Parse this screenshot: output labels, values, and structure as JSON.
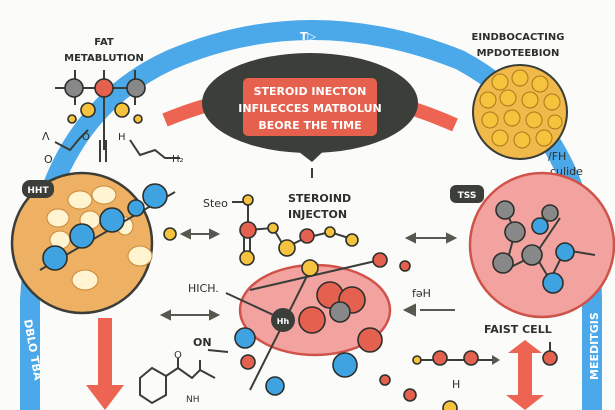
{
  "title_bubble": {
    "line1": "STEROID INECTON",
    "line2": "INFILECCES MATBOLUN",
    "line3": "BEORE THE TIME"
  },
  "top_left_label": {
    "line1": "FAT",
    "line2": "METABLUTION"
  },
  "top_right_label": {
    "line1": "EINDBOCACTING",
    "line2": "MPDOTEEBION"
  },
  "arc_top_label": "T▷",
  "left_arc_label": "DBLO TBA",
  "right_arc_label": "MEEDITGIS",
  "left_cell_badge": "HHT",
  "right_cell_badge": "TSS",
  "right_note": {
    "line1": "/FH",
    "line2": "culide"
  },
  "steo_label": "Steo",
  "center_label": {
    "line1": "STEROIND",
    "line2": "INJECTON"
  },
  "hich_label": "HICH.",
  "center_badge": "Hh",
  "f6h_label": "fəH",
  "on_label": "ON",
  "fast_cell_label": "FAIST CELL",
  "h_label": "H",
  "nh_label": "NH",
  "chem_labels": {
    "lambda": "Λ",
    "o_left": "O",
    "o_mid": "O",
    "h_mid": "H",
    "h2": "H₂",
    "o_bottom": "O"
  },
  "colors": {
    "blue_arc": "#4ba9ea",
    "red_arc": "#ee6452",
    "bubble": "#3b3e39",
    "label_red": "#e5604d",
    "fat_cell": "#eeb062",
    "yellow": "#f5c33d",
    "pink": "#f2a3a0"
  }
}
